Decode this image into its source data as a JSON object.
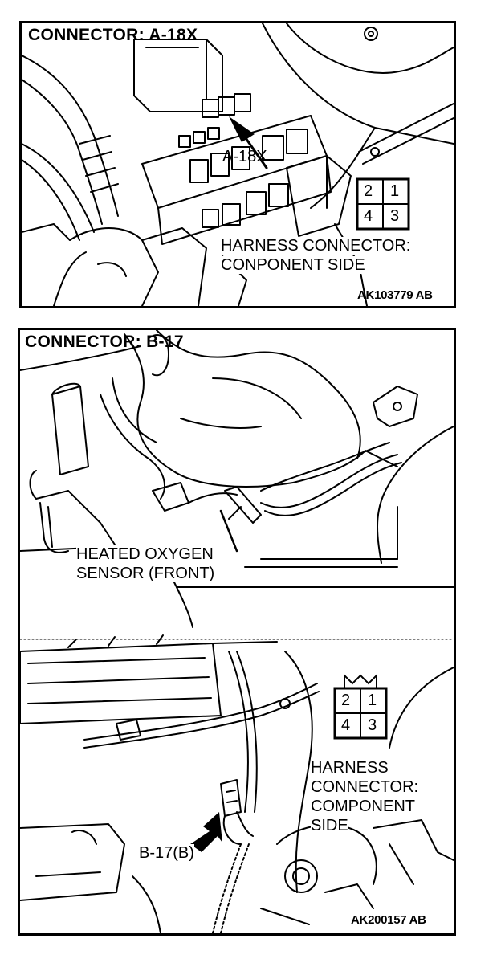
{
  "panel_a": {
    "title": "CONNECTOR: A-18X",
    "callout": "A-18X",
    "harness_label": [
      "HARNESS CONNECTOR:",
      "CONPONENT SIDE"
    ],
    "pins": [
      "2",
      "1",
      "4",
      "3"
    ],
    "figure_code": "AK103779 AB"
  },
  "panel_b": {
    "title": "CONNECTOR: B-17",
    "sensor_label": [
      "HEATED OXYGEN",
      "SENSOR (FRONT)"
    ],
    "harness_label": [
      "HARNESS",
      "CONNECTOR:",
      "COMPONENT",
      "SIDE"
    ],
    "pins": [
      "2",
      "1",
      "4",
      "3"
    ],
    "callout": "B-17(B)",
    "figure_code": "AK200157 AB"
  }
}
